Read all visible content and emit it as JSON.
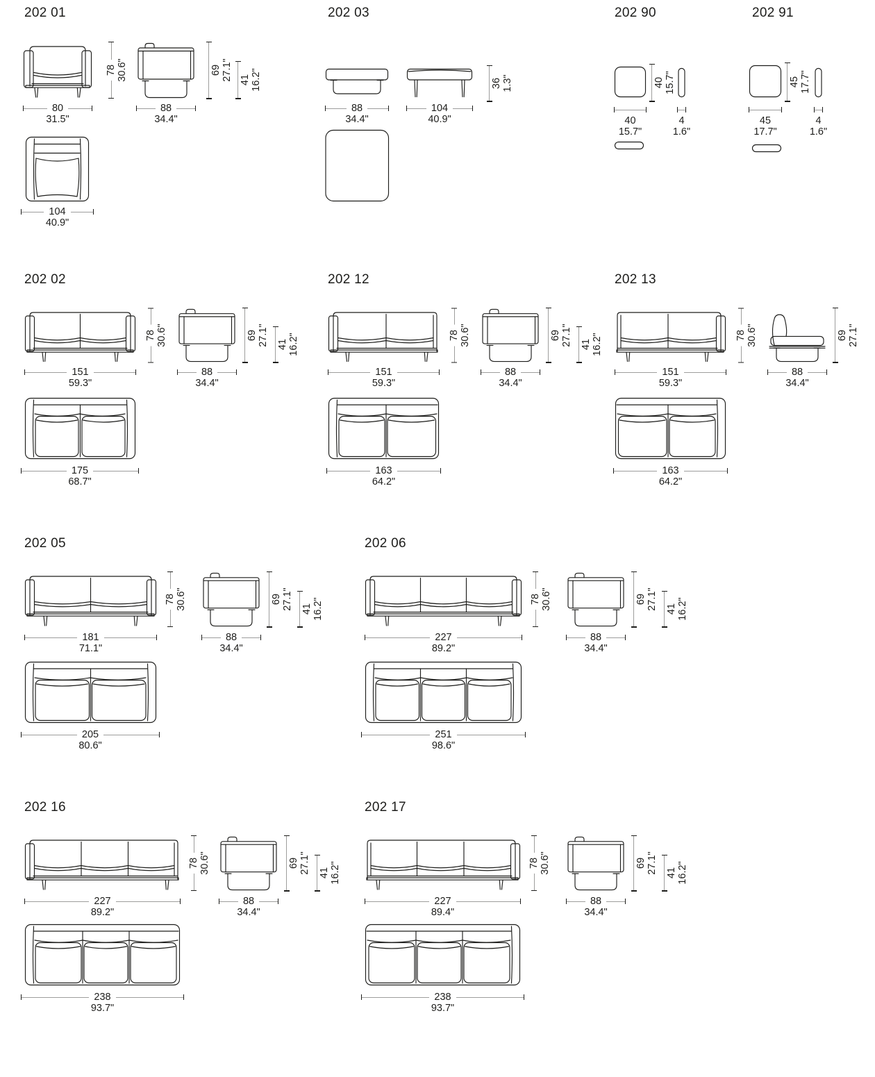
{
  "sheet": {
    "background": "#ffffff",
    "line_color": "#1d1d1b",
    "dim_line_color": "#9d9d9c"
  },
  "products": [
    {
      "id": "202 01",
      "kind": "armchair",
      "dims": {
        "front_width": {
          "cm": "80",
          "in": "31.5\""
        },
        "height": {
          "cm": "78",
          "in": "30.6\""
        },
        "depth": {
          "cm": "88",
          "in": "34.4\""
        },
        "back_height": {
          "cm": "69",
          "in": "27.1\""
        },
        "seat_height": {
          "cm": "41",
          "in": "16.2\""
        },
        "top_width": {
          "cm": "104",
          "in": "40.9\""
        }
      }
    },
    {
      "id": "202 03",
      "kind": "bench",
      "dims": {
        "front_width": {
          "cm": "88",
          "in": "34.4\""
        },
        "side_width": {
          "cm": "104",
          "in": "40.9\""
        },
        "height": {
          "cm": "36",
          "in": "1.3\""
        }
      }
    },
    {
      "id": "202 90",
      "kind": "cushion",
      "dims": {
        "height": {
          "cm": "40",
          "in": "15.7\""
        },
        "width": {
          "cm": "40",
          "in": "15.7\""
        },
        "thickness": {
          "cm": "4",
          "in": "1.6\""
        }
      }
    },
    {
      "id": "202 91",
      "kind": "cushion",
      "dims": {
        "height": {
          "cm": "45",
          "in": "17.7\""
        },
        "width": {
          "cm": "45",
          "in": "17.7\""
        },
        "thickness": {
          "cm": "4",
          "in": "1.6\""
        }
      }
    },
    {
      "id": "202 02",
      "kind": "two-seat-sofa",
      "dims": {
        "front_width": {
          "cm": "151",
          "in": "59.3\""
        },
        "height": {
          "cm": "78",
          "in": "30.6\""
        },
        "depth": {
          "cm": "88",
          "in": "34.4\""
        },
        "back_height": {
          "cm": "69",
          "in": "27.1\""
        },
        "seat_height": {
          "cm": "41",
          "in": "16.2\""
        },
        "top_width": {
          "cm": "175",
          "in": "68.7\""
        }
      }
    },
    {
      "id": "202 12",
      "kind": "two-seat-sofa-left-arm",
      "dims": {
        "front_width": {
          "cm": "151",
          "in": "59.3\""
        },
        "height": {
          "cm": "78",
          "in": "30.6\""
        },
        "depth": {
          "cm": "88",
          "in": "34.4\""
        },
        "back_height": {
          "cm": "69",
          "in": "27.1\""
        },
        "seat_height": {
          "cm": "41",
          "in": "16.2\""
        },
        "top_width": {
          "cm": "163",
          "in": "64.2\""
        }
      }
    },
    {
      "id": "202 13",
      "kind": "two-seat-sofa-right-arm",
      "dims": {
        "front_width": {
          "cm": "151",
          "in": "59.3\""
        },
        "height": {
          "cm": "78",
          "in": "30.6\""
        },
        "depth": {
          "cm": "88",
          "in": "34.4\""
        },
        "back_height": {
          "cm": "69",
          "in": "27.1\""
        },
        "top_width": {
          "cm": "163",
          "in": "64.2\""
        }
      }
    },
    {
      "id": "202 05",
      "kind": "sofa",
      "dims": {
        "front_width": {
          "cm": "181",
          "in": "71.1\""
        },
        "height": {
          "cm": "78",
          "in": "30.6\""
        },
        "depth": {
          "cm": "88",
          "in": "34.4\""
        },
        "back_height": {
          "cm": "69",
          "in": "27.1\""
        },
        "seat_height": {
          "cm": "41",
          "in": "16.2\""
        },
        "top_width": {
          "cm": "205",
          "in": "80.6\""
        }
      }
    },
    {
      "id": "202 06",
      "kind": "three-seat-sofa",
      "dims": {
        "front_width": {
          "cm": "227",
          "in": "89.2\""
        },
        "height": {
          "cm": "78",
          "in": "30.6\""
        },
        "depth": {
          "cm": "88",
          "in": "34.4\""
        },
        "back_height": {
          "cm": "69",
          "in": "27.1\""
        },
        "seat_height": {
          "cm": "41",
          "in": "16.2\""
        },
        "top_width": {
          "cm": "251",
          "in": "98.6\""
        }
      }
    },
    {
      "id": "202 16",
      "kind": "three-seat-sofa-left-arm",
      "dims": {
        "front_width": {
          "cm": "227",
          "in": "89.2\""
        },
        "height": {
          "cm": "78",
          "in": "30.6\""
        },
        "depth": {
          "cm": "88",
          "in": "34.4\""
        },
        "back_height": {
          "cm": "69",
          "in": "27.1\""
        },
        "seat_height": {
          "cm": "41",
          "in": "16.2\""
        },
        "top_width": {
          "cm": "238",
          "in": "93.7\""
        }
      }
    },
    {
      "id": "202 17",
      "kind": "three-seat-sofa-right-arm",
      "dims": {
        "front_width": {
          "cm": "227",
          "in": "89.4\""
        },
        "height": {
          "cm": "78",
          "in": "30.6\""
        },
        "depth": {
          "cm": "88",
          "in": "34.4\""
        },
        "back_height": {
          "cm": "69",
          "in": "27.1\""
        },
        "seat_height": {
          "cm": "41",
          "in": "16.2\""
        },
        "top_width": {
          "cm": "238",
          "in": "93.7\""
        }
      }
    }
  ]
}
